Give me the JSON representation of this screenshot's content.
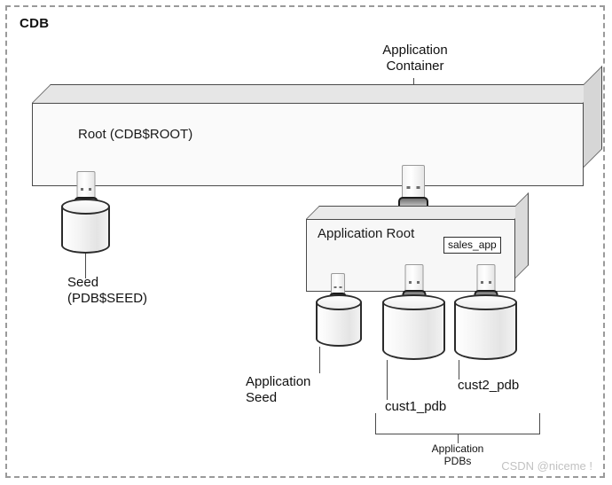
{
  "diagram": {
    "container_label": "CDB",
    "watermark": "CSDN @niceme !"
  },
  "root_box": {
    "label": "Root (CDB$ROOT)"
  },
  "app_root_box": {
    "label": "Application Root",
    "badge": "sales_app"
  },
  "callouts": {
    "application_container": "Application\nContainer",
    "seed": "Seed\n(PDB$SEED)",
    "application_seed": "Application\nSeed",
    "cust1_pdb": "cust1_pdb",
    "cust2_pdb": "cust2_pdb",
    "application_pdbs": "Application\nPDBs"
  },
  "icons": {
    "plug_root_seed": "plug-connector-icon",
    "plug_app_container": "plug-connector-icon",
    "plug_app_seed": "plug-connector-icon",
    "plug_cust1": "plug-connector-icon",
    "plug_cust2": "plug-connector-icon",
    "db_seed": "database-cylinder-icon",
    "db_app_seed": "database-cylinder-icon",
    "db_cust1": "database-cylinder-icon",
    "db_cust2": "database-cylinder-icon"
  },
  "colors": {
    "frame": "#9a9a9a",
    "box_fill": "#fbfbfb",
    "box_top": "#e6e6e6",
    "box_side": "#d6d6d6",
    "stroke": "#4a4a4a",
    "text": "#111111",
    "watermark": "#c2c2c2"
  }
}
